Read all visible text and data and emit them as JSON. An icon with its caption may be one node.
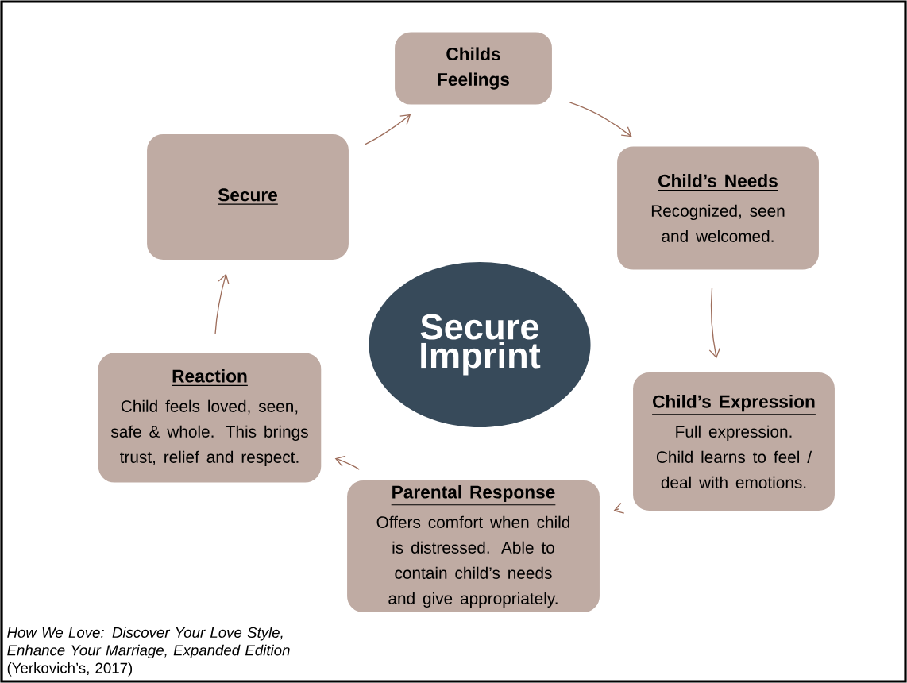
{
  "diagram": {
    "nodes": [
      {
        "text": [
          "Childs Feelings"
        ]
      },
      {
        "text": [
          "Child’s Needs",
          "Recognized, seen and welcomed."
        ]
      },
      {
        "text": [
          "Child’s Expression",
          "Full expression. Child learns to feel / deal with emotions."
        ]
      },
      {
        "text": [
          "Parental Response",
          "Offers comfort when child is distressed. Able to contain child’s needs and give appropriately."
        ]
      },
      {
        "text": [
          "Reaction",
          "Child feels loved, seen, safe & whole. This brings trust, relief and respect."
        ]
      },
      {
        "text": [
          "Secure"
        ]
      },
      {
        "text": [
          "Secure Imprint"
        ]
      }
    ],
    "edges": [
      {
        "from": 0,
        "to": 1,
        "arrow": "to"
      },
      {
        "from": 1,
        "to": 2,
        "arrow": "to"
      },
      {
        "from": 2,
        "to": 3,
        "arrow": "to"
      },
      {
        "from": 3,
        "to": 4,
        "arrow": "to"
      },
      {
        "from": 4,
        "to": 5,
        "arrow": "to"
      },
      {
        "from": 5,
        "to": 0,
        "arrow": "to"
      }
    ],
    "labels": [
      "*How We Love: Discover Your Love Style, Enhance Your Marriage, Expanded Edition* (Yerkovich’s, 2017)"
    ]
  }
}
